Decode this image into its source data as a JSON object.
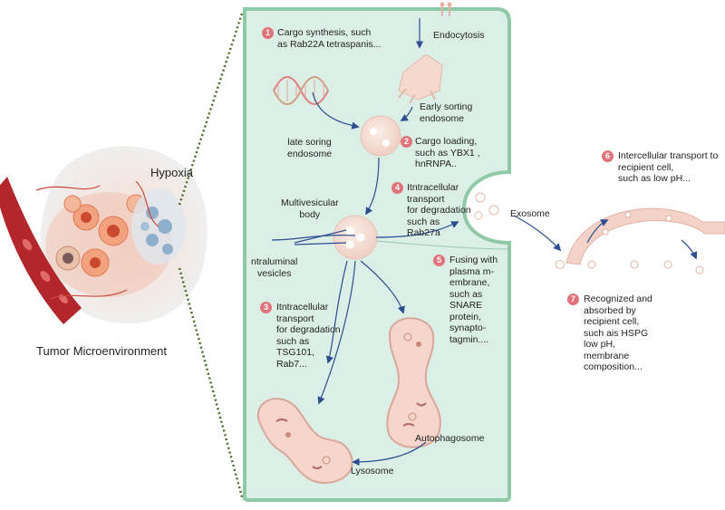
{
  "left_panel": {
    "hypoxia": "Hypoxia",
    "tumor": "Tumor Microenvironment"
  },
  "labels": {
    "endocytosis": "Endocytosis",
    "early_sorting": [
      "Early sorting",
      "endosome"
    ],
    "late_sorting": [
      "late soring",
      "endosome"
    ],
    "mvb": [
      "Multivesicular",
      "body"
    ],
    "intraluminal": [
      "ntraluminal",
      "vesicles"
    ],
    "exosome": "Exosome",
    "autophagosome": "Autophagosome",
    "lysosome": "Lysosome"
  },
  "steps": [
    {
      "num": "1",
      "lines": [
        "Cargo synthesis, such",
        "as Rab22A  tetraspanis..."
      ]
    },
    {
      "num": "2",
      "lines": [
        "Cargo loading,",
        "such as YBX1 ,",
        "hnRNPA.."
      ]
    },
    {
      "num": "3",
      "lines": [
        "Itntracellular",
        "transport",
        "for degradation",
        "such as",
        "TSG101,",
        "Rab7..."
      ]
    },
    {
      "num": "4",
      "lines": [
        "Itntracellular",
        "transport",
        "for degradation",
        "such as",
        "Rab27a"
      ]
    },
    {
      "num": "5",
      "lines": [
        "Fusing with",
        "plasma m-",
        "embrane,",
        "such as",
        "SNARE",
        "protein,",
        "synapto-",
        "tagmin...."
      ]
    },
    {
      "num": "6",
      "lines": [
        "Intercellular transport to",
        "recipient cell,",
        "such as low pH..."
      ]
    },
    {
      "num": "7",
      "lines": [
        "Recognized and",
        "absorbed by",
        "recipient cell,",
        "such ais HSPG",
        "low pH,",
        "membrane",
        "composition..."
      ]
    }
  ],
  "colors": {
    "cell_fill": "#dcefe6",
    "cell_border": "#8fc9a6",
    "arrow": "#2c4d8f",
    "badge": "#e0747a",
    "vesicle": "#f5d9cf"
  }
}
